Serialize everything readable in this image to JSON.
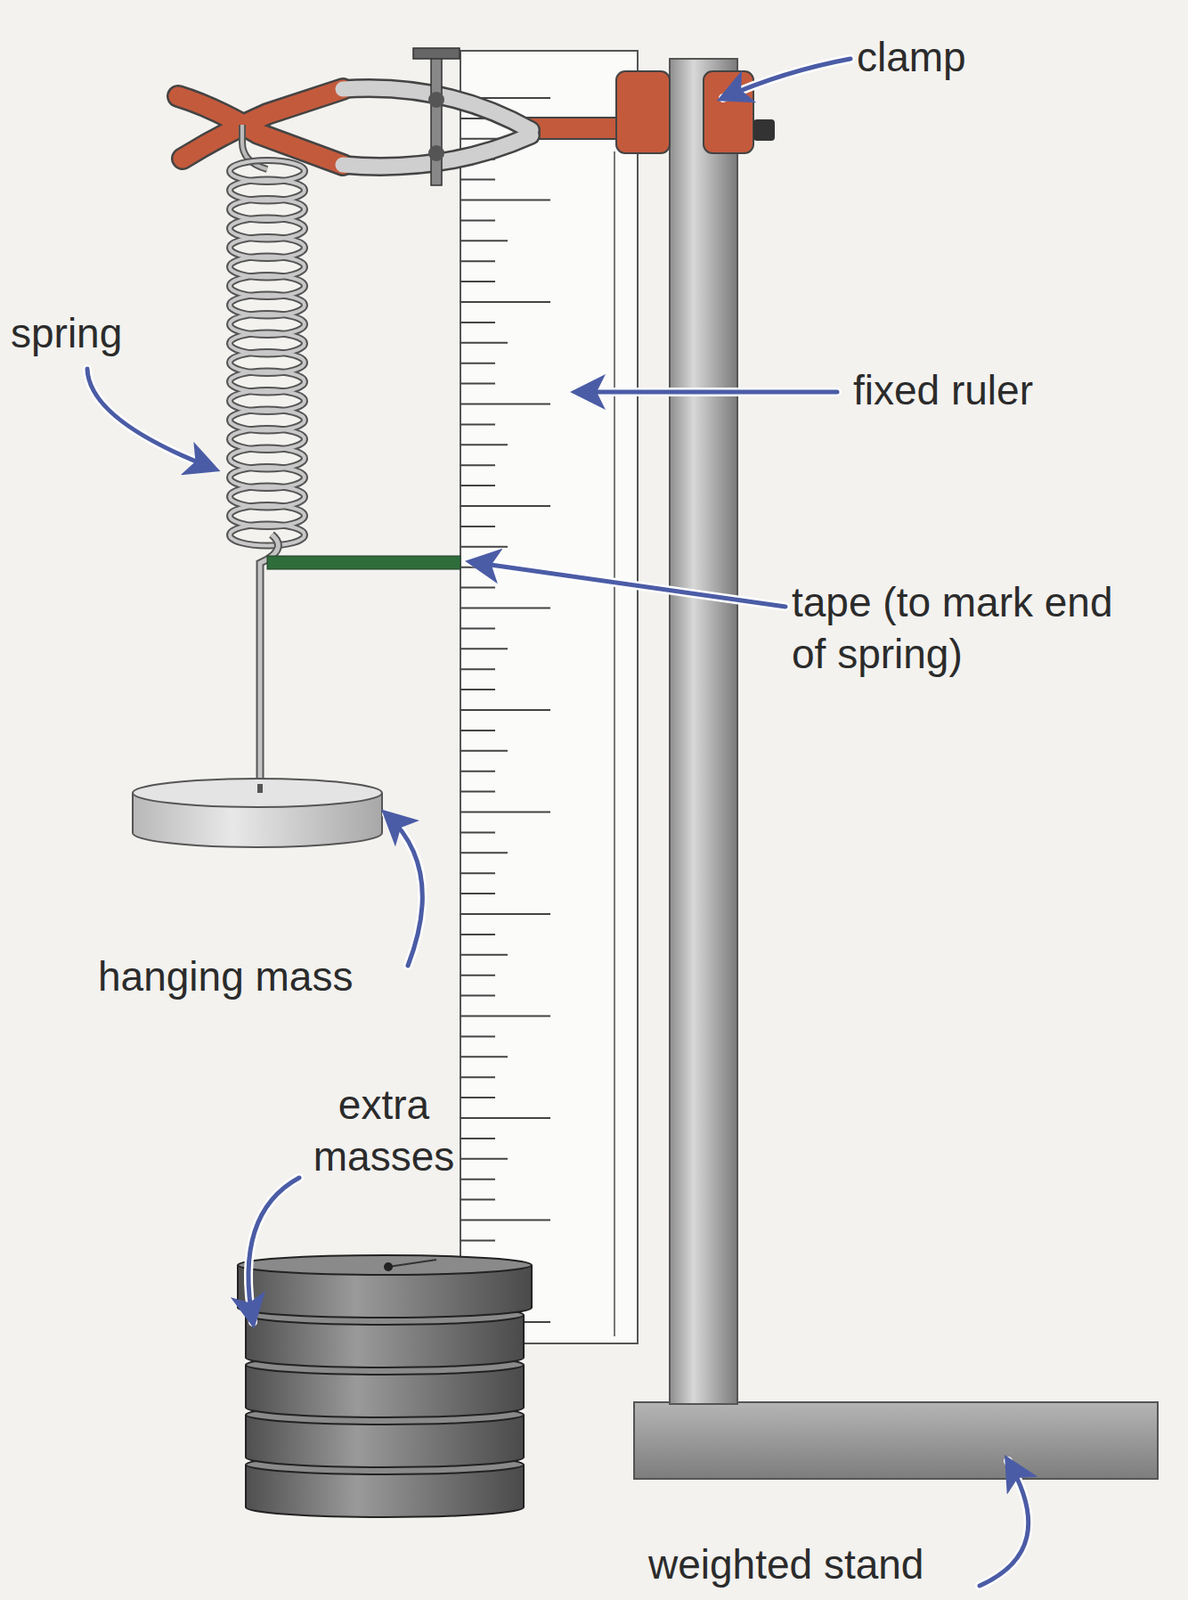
{
  "diagram": {
    "labels": [
      "clamp",
      "spring",
      "fixed ruler",
      "tape (to mark end of spring)",
      "hanging mass",
      "extra masses",
      "weighted stand"
    ]
  }
}
